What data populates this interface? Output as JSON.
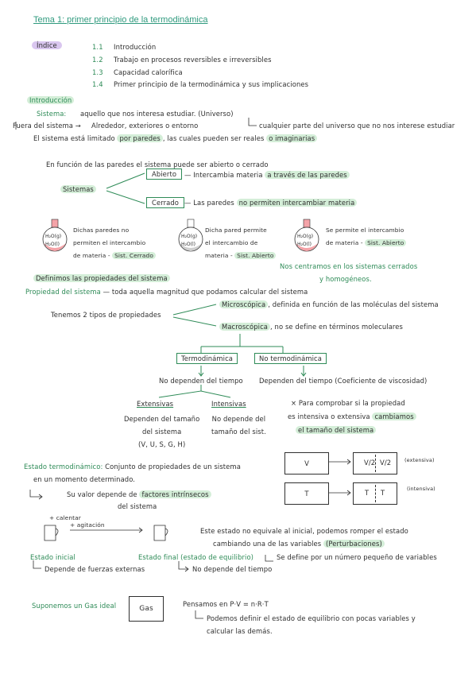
{
  "doc": {
    "title": "Tema 1: primer principio de la termodinámica",
    "index": {
      "label": "Índice",
      "items": [
        {
          "num": "1.1",
          "text": "Introducción"
        },
        {
          "num": "1.2",
          "text": "Trabajo en procesos reversibles e irreversibles"
        },
        {
          "num": "1.3",
          "text": "Capacidad calorífica"
        },
        {
          "num": "1.4",
          "text": "Primer principio de la termodinámica y sus implicaciones"
        }
      ]
    },
    "intro": {
      "heading": "Introducción",
      "sistema_label": "Sistema:",
      "sistema_def": "aquello que nos interesa estudiar. (Universo)",
      "fuera": "Fuera del sistema →",
      "alrededores": "Alrededor, exteriores o entorno",
      "cualquier": "cualquier parte del universo que no nos interese estudiar",
      "limitado_pre": "El sistema está limitado",
      "limitado_hl": "por paredes",
      "limitado_mid": ", las cuales pueden ser reales",
      "limitado_hl2": "o imaginarias",
      "funcion": "En función de las paredes el sistema puede ser abierto o cerrado",
      "sistemas": "Sistemas",
      "abierto": "Abierto",
      "abierto_desc_pre": "— Intercambia materia",
      "abierto_desc_hl": "a través de las paredes",
      "cerrado": "Cerrado",
      "cerrado_desc_pre": "— Las paredes",
      "cerrado_desc_hl": "no permiten intercambiar materia",
      "flask_label_top": "H₂O(g)",
      "flask_label_bottom": "H₂O(l)",
      "flask1": [
        "Dichas paredes no",
        "permiten el intercambio",
        "de materia -"
      ],
      "flask1_hl": "Sist. Cerrado",
      "flask2": [
        "Dicha pared permite",
        "el intercambio de",
        "materia -"
      ],
      "flask2_hl": "Sist. Abierto",
      "flask3": [
        "Se permite el intercambio",
        "de materia -"
      ],
      "flask3_hl": "Sist. Abierto",
      "nos_centramos": [
        "Nos centramos en los sistemas cerrados",
        "y homogéneos."
      ]
    },
    "propiedades": {
      "heading": "Definimos las propiedades del sistema",
      "prop_label": "Propiedad del sistema",
      "prop_def": "— toda aquella magnitud que podamos calcular del sistema",
      "tenemos": "Tenemos 2 tipos de propiedades",
      "micro_hl": "Microscópica",
      "micro_desc": ", definida en función de las moléculas del sistema",
      "macro_hl": "Macroscópica",
      "macro_desc": ", no se define en términos moleculares",
      "termo": "Termodinámica",
      "no_termo": "No termodinámica",
      "no_dep": "No dependen del tiempo",
      "dep": "Dependen del tiempo (Coeficiente de viscosidad)",
      "extensivas": "Extensivas",
      "ext_desc": [
        "Dependen del tamaño",
        "del sistema",
        "(V, U, S, G, H)"
      ],
      "intensivas": "Intensivas",
      "int_desc": [
        "No depende del",
        "tamaño del sist."
      ],
      "comprobar_pre": "× Para comprobar si la propiedad",
      "comprobar_2": "es intensiva o extensiva",
      "comprobar_hl": "cambiamos",
      "comprobar_hl2": "el tamaño del sistema"
    },
    "estado": {
      "label": "Estado termodinámico:",
      "def1": "Conjunto de propiedades de un sistema",
      "def2": "en un momento determinado.",
      "valor_pre": "Su valor depende de",
      "valor_hl": "factores intrínsecos",
      "valor_2": "del sistema",
      "box1": "V",
      "box1_right": [
        "V/2",
        "V/2"
      ],
      "box1_note": "(extensiva)",
      "box2": "T",
      "box2_right": [
        "T",
        "T"
      ],
      "box2_note": "(intensiva)"
    },
    "equilibrio": {
      "calentar": "+ calentar",
      "agitar": "+ agitación",
      "texto1": "Este estado no equivale al inicial, podemos romper el estado",
      "texto2": "cambiando una de las variables",
      "texto2b": "(Perturbaciones)",
      "inicial": "Estado inicial",
      "final": "Estado final (estado de equilibrio)",
      "se_define": "Se define por un número pequeño de variables",
      "fuerzas": "Depende de fuerzas externas",
      "no_tiempo": "No depende del tiempo"
    },
    "gas": {
      "label": "Suponemos un Gas ideal",
      "box": "Gas",
      "pensamos": "Pensamos en P·V = n·R·T",
      "podemos1": "Podemos definir el estado de equilibrio con pocas variables y",
      "podemos2": "calcular las demás."
    }
  }
}
